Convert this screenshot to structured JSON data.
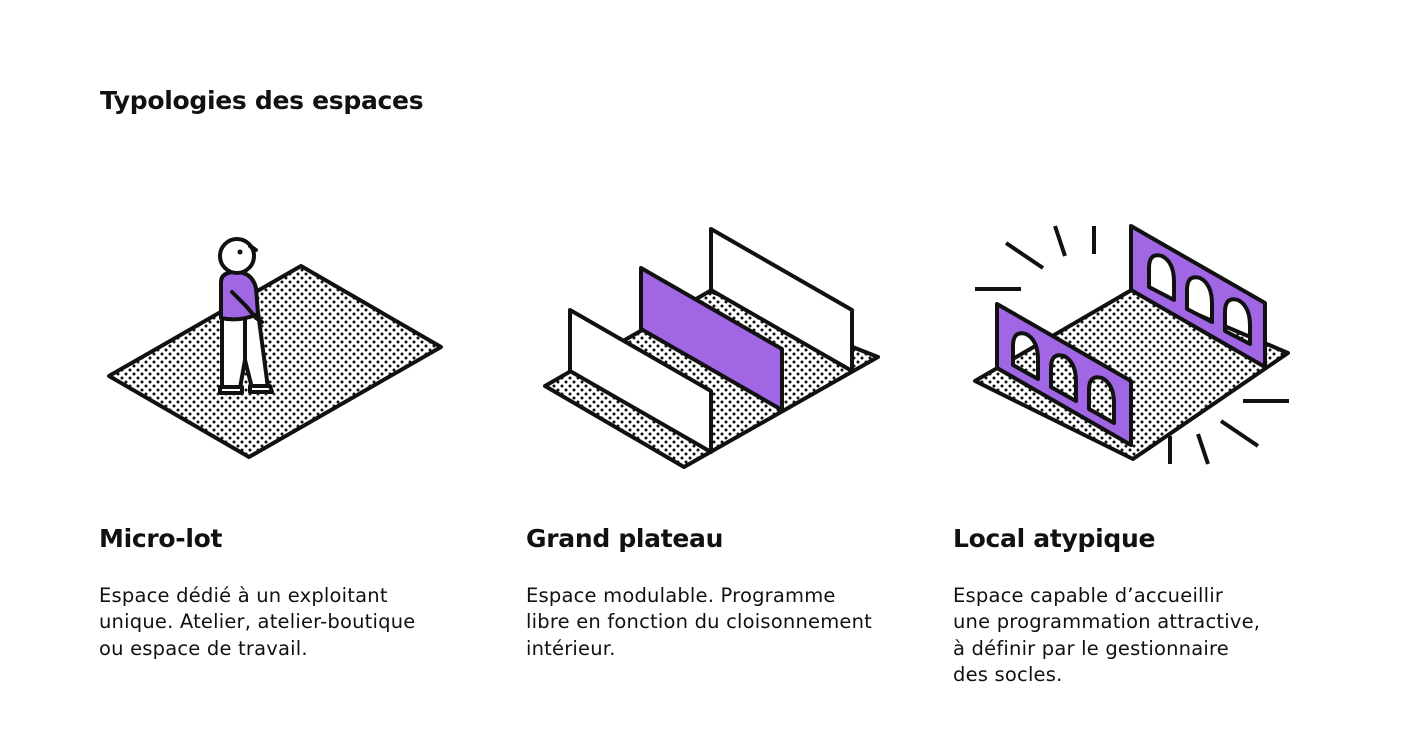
{
  "page": {
    "title": "Typologies des espaces"
  },
  "colors": {
    "accent": "#a066e3",
    "ink": "#111111",
    "background": "#ffffff"
  },
  "cards": [
    {
      "title": "Micro-lot",
      "illustration": "person-on-floor-plate-icon",
      "lines": [
        "Espace dédié à un exploitant",
        "unique. Atelier, atelier-boutique",
        "ou espace de travail."
      ]
    },
    {
      "title": "Grand plateau",
      "illustration": "partition-walls-icon",
      "lines": [
        "Espace modulable. Programme",
        "libre en fonction du cloisonnement",
        "intérieur."
      ]
    },
    {
      "title": "Local atypique",
      "illustration": "arched-walls-icon",
      "lines": [
        "Espace capable d’accueillir",
        "une programmation attractive,",
        "à définir par le gestionnaire",
        "des socles."
      ]
    }
  ]
}
